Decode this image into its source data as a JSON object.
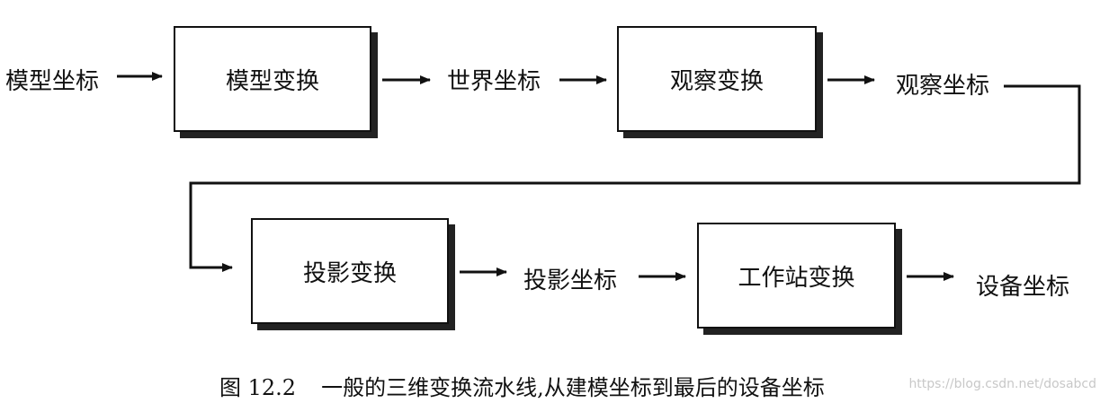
{
  "nodes": {
    "model_coords": "模型坐标",
    "model_transform": "模型变换",
    "world_coords": "世界坐标",
    "view_transform": "观察变换",
    "view_coords": "观察坐标",
    "projection_transform": "投影变换",
    "projection_coords": "投影坐标",
    "workstation_transform": "工作站变换",
    "device_coords": "设备坐标"
  },
  "caption": {
    "figure_number": "图 12.2",
    "text": "一般的三维变换流水线,从建模坐标到最后的设备坐标"
  },
  "watermark": "https://blog.csdn.net/dosabcd"
}
